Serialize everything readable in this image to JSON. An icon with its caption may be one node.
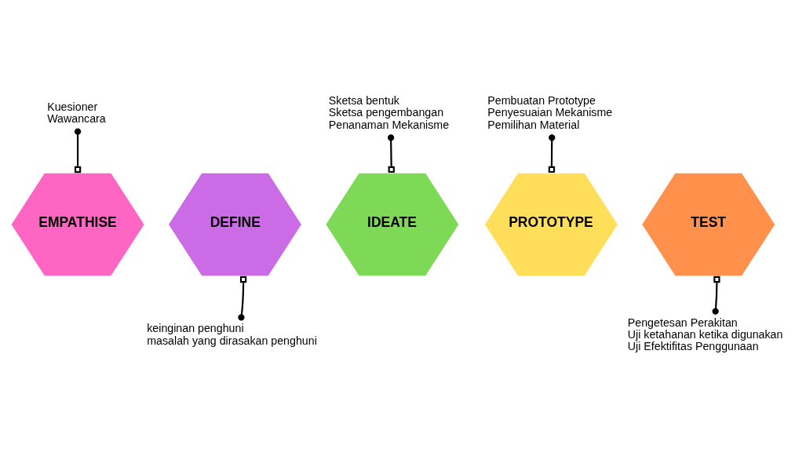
{
  "diagram": {
    "nodes": [
      {
        "text": [
          "EMPATHISE"
        ]
      },
      {
        "text": [
          "Kuesioner",
          "Wawancara"
        ]
      },
      {
        "text": [
          "DEFINE"
        ]
      },
      {
        "text": [
          "keinginan penghuni",
          "masalah yang dirasakan penghuni"
        ]
      },
      {
        "text": [
          "IDEATE"
        ]
      },
      {
        "text": [
          "Sketsa bentuk",
          "Sketsa pengembangan",
          "Penanaman Mekanisme"
        ]
      },
      {
        "text": [
          "PROTOTYPE"
        ]
      },
      {
        "text": [
          "Pembuatan Prototype",
          "Penyesuaian Mekanisme",
          "Pemilihan Material"
        ]
      },
      {
        "text": [
          "TEST"
        ]
      },
      {
        "text": [
          "Pengetesan Perakitan",
          "Uji ketahanan ketika digunakan",
          "Uji Efektifitas Penggunaan"
        ]
      }
    ],
    "edges": [
      {
        "from": 1,
        "to": 0,
        "arrow": "other"
      },
      {
        "from": 3,
        "to": 2,
        "arrow": "other"
      },
      {
        "from": 5,
        "to": 4,
        "arrow": "other"
      },
      {
        "from": 7,
        "to": 6,
        "arrow": "other"
      },
      {
        "from": 9,
        "to": 8,
        "arrow": "other"
      }
    ]
  }
}
